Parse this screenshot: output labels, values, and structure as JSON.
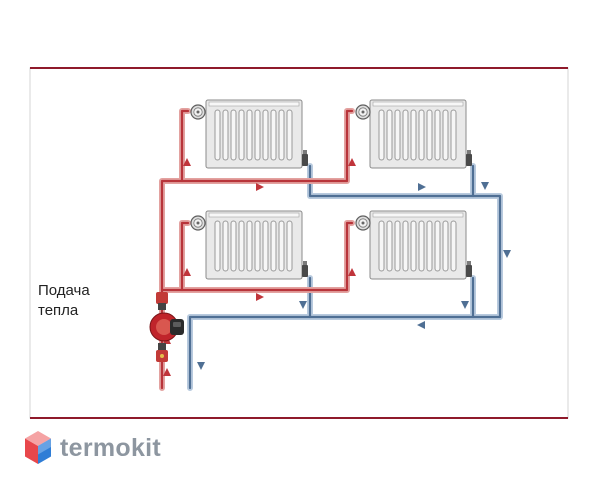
{
  "heating_supply_label": [
    "Подача",
    "тепла"
  ],
  "brand": {
    "name": "termokit",
    "logo_icon": "hexagon-cube-logo"
  },
  "colors": {
    "frame_line": "#8f1a2b",
    "supply_pipe": "#b8343a",
    "supply_pipe_light": "#e3a2a0",
    "return_pipe": "#4f6f94",
    "return_pipe_light": "#b8cade",
    "radiator_body": "#e9e9e9",
    "radiator_outline": "#8b8b8b",
    "pump_body": "#c0242b",
    "logo_red": "#e8474b",
    "logo_blue": "#2f7dd6"
  },
  "schematic": {
    "radiators_per_floor": 2,
    "floors": 2,
    "components": [
      "radiator",
      "thermostatic-valve",
      "return-valve",
      "circulation-pump",
      "supply-flow-arrow",
      "return-flow-arrow"
    ]
  }
}
